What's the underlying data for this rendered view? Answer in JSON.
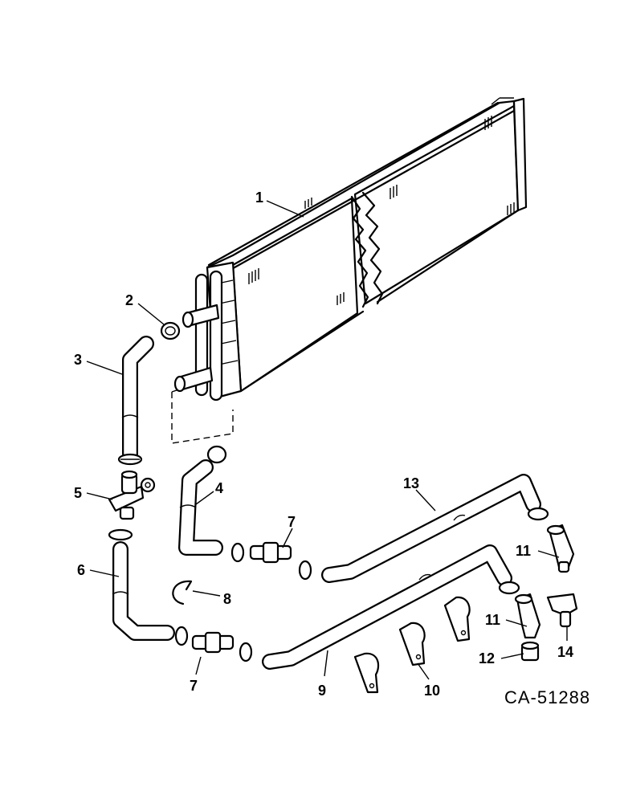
{
  "diagram": {
    "drawing_number": "CA-51288",
    "callouts": {
      "c1": "1",
      "c2": "2",
      "c3": "3",
      "c4": "4",
      "c5": "5",
      "c6": "6",
      "c7a": "7",
      "c7b": "7",
      "c8": "8",
      "c9": "9",
      "c10": "10",
      "c11a": "11",
      "c11b": "11",
      "c12": "12",
      "c13": "13",
      "c14": "14"
    }
  }
}
